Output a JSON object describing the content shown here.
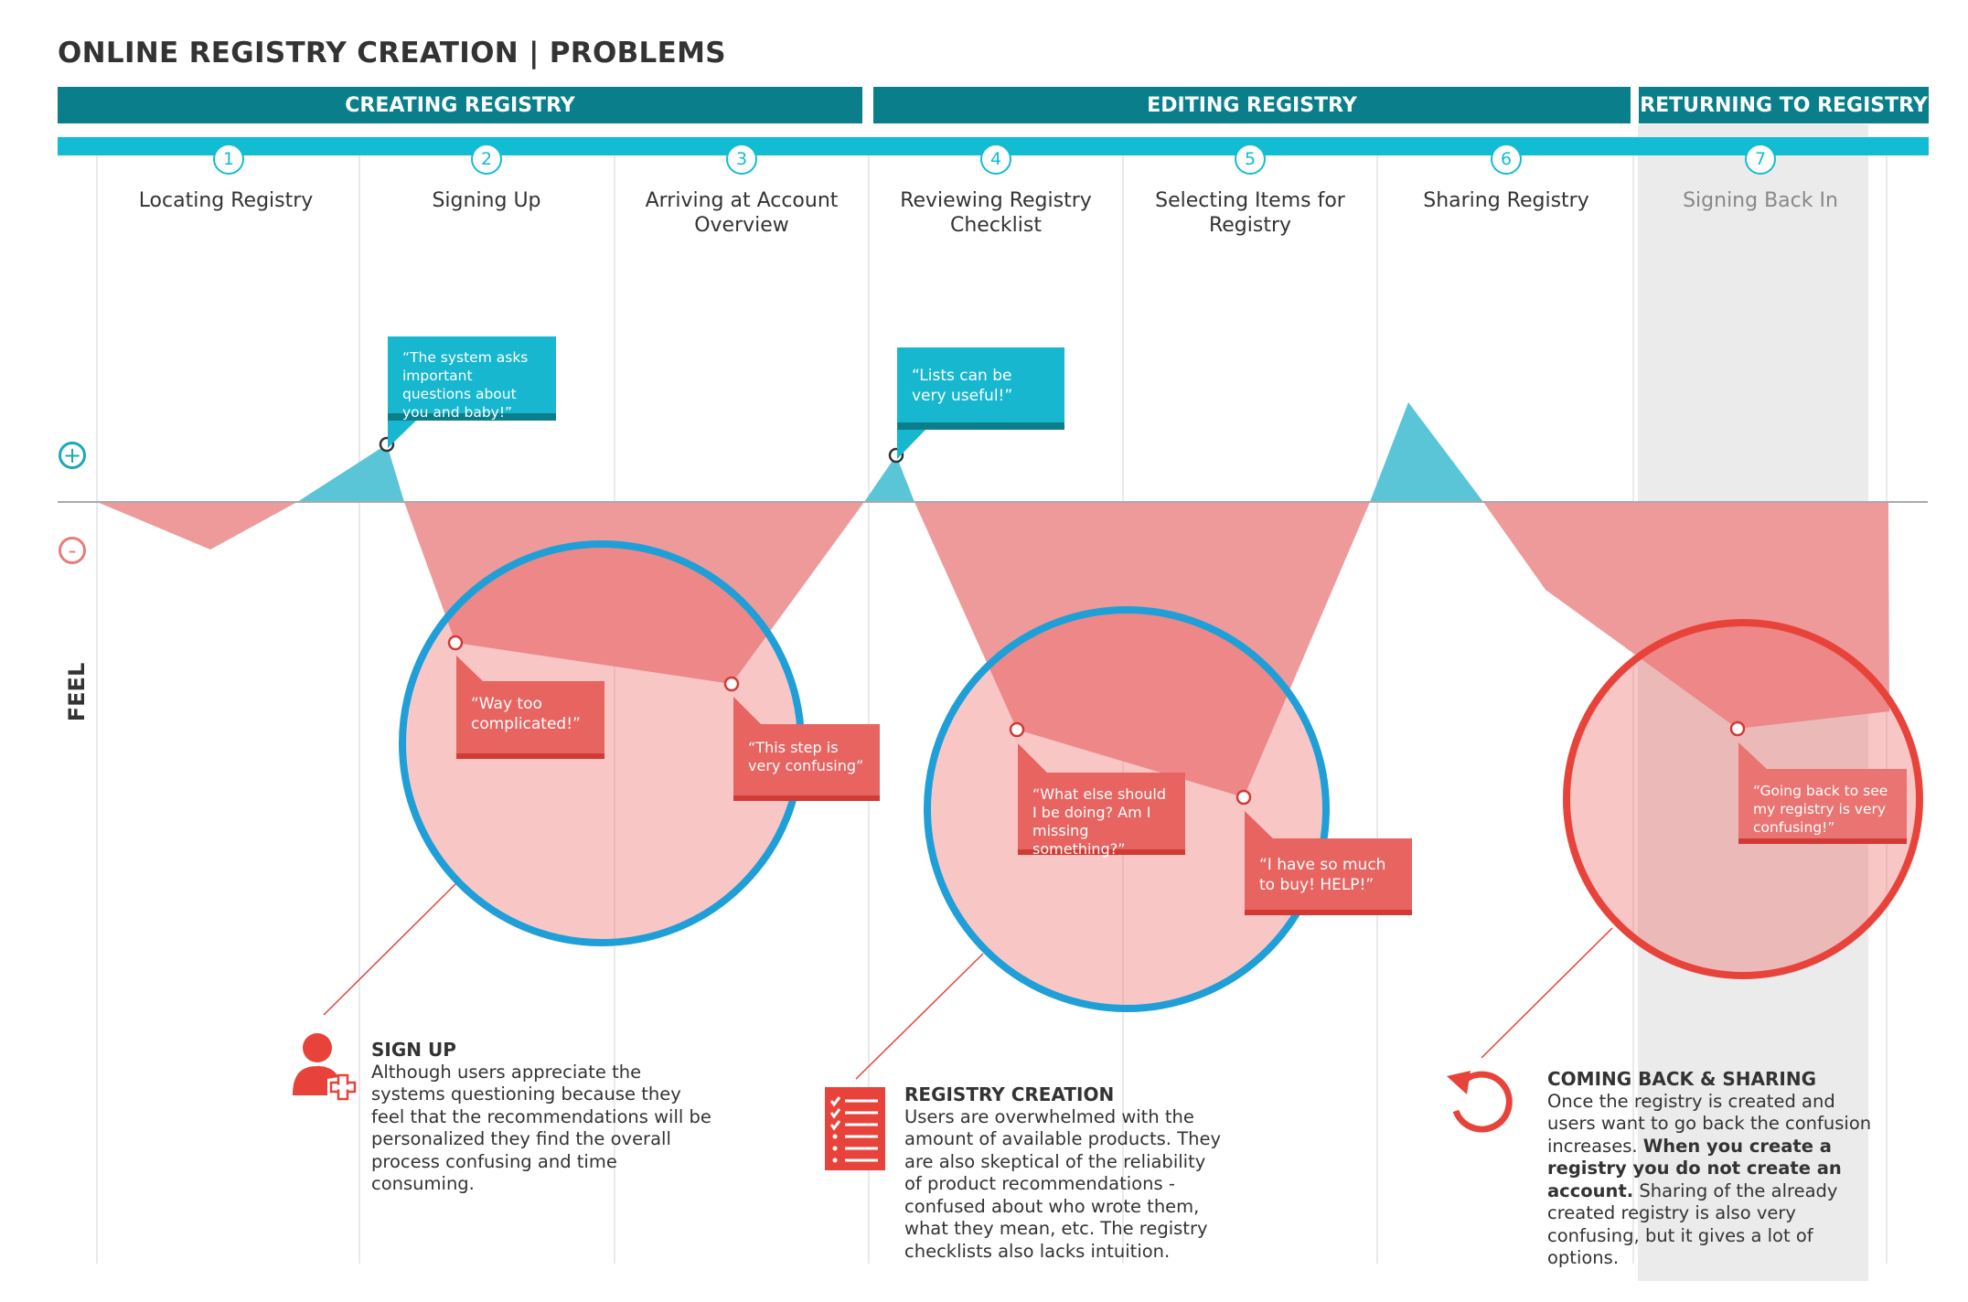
{
  "title": "ONLINE REGISTRY CREATION | PROBLEMS",
  "phases": [
    "CREATING REGISTRY",
    "EDITING REGISTRY",
    "RETURNING TO REGISTRY"
  ],
  "steps": [
    {
      "num": "1",
      "label": "Locating Registry"
    },
    {
      "num": "2",
      "label": "Signing Up"
    },
    {
      "num": "3",
      "label": "Arriving at Account Overview"
    },
    {
      "num": "4",
      "label": "Reviewing Registry Checklist"
    },
    {
      "num": "5",
      "label": "Selecting Items for Registry"
    },
    {
      "num": "6",
      "label": "Sharing Registry"
    },
    {
      "num": "7",
      "label": "Signing Back In"
    }
  ],
  "axis": {
    "plus": "+",
    "minus": "-",
    "label": "FEEL"
  },
  "quotes": {
    "q1": "“The system asks important questions about you and baby!”",
    "q2": "“Lists can be very useful!”",
    "q3": "“Way too complicated!”",
    "q4": "“This step is very confusing”",
    "q5": "“What else should I be doing? Am I missing something?”",
    "q6": "“I have so much to buy! HELP!”",
    "q7": "“Going back to see my registry is very confusing!”"
  },
  "notes": {
    "signup": {
      "heading": "SIGN UP",
      "body": "Although users appreciate the systems questioning because they feel that the recommendations will be personalized they find the overall process confusing and time consuming."
    },
    "creation": {
      "heading": "REGISTRY CREATION",
      "body": "Users are overwhelmed with the amount of available products. They are also skeptical of the reliability of product recommendations - confused about who wrote them, what they mean, etc. The registry checklists also lacks intuition."
    },
    "sharing": {
      "heading": "COMING BACK & SHARING",
      "body_1": "Once the registry is created and users want to go back the confusion increases. ",
      "body_bold": "When you create a registry you do not create an account.",
      "body_2": " Sharing of the already created registry is also very confusing, but it gives a lot of options."
    }
  },
  "icons": {
    "signup": "add-user-icon",
    "creation": "checklist-icon",
    "sharing": "refresh-arrow-icon"
  },
  "colors": {
    "phase": "#0a7f8b",
    "step_bar": "#12bcd3",
    "positive": "#5bc5d8",
    "negative": "#ee9a9a",
    "focus_ring_blue": "#1e9fd8",
    "focus_ring_red": "#e8433a",
    "icon_red": "#e8433a"
  }
}
